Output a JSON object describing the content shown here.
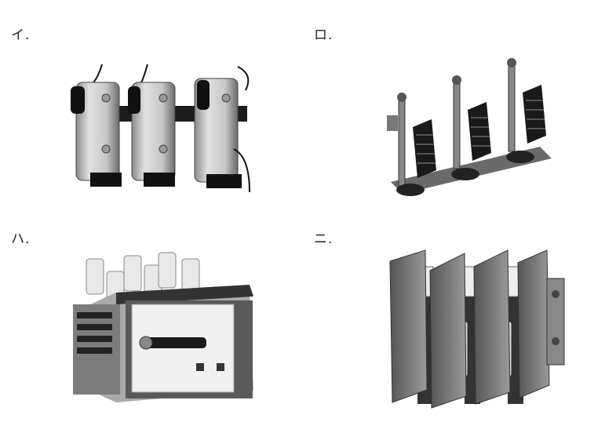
{
  "options": [
    {
      "label": "イ."
    },
    {
      "label": "ロ."
    },
    {
      "label": "ハ."
    },
    {
      "label": "ニ."
    }
  ]
}
